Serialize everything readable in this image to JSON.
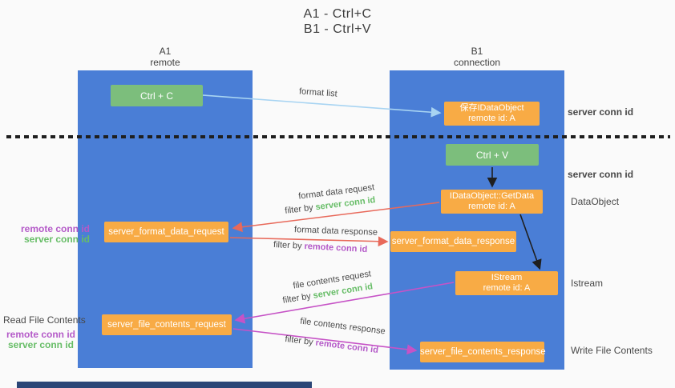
{
  "title": {
    "line1": "A1 - Ctrl+C",
    "line2": "B1 - Ctrl+V"
  },
  "lanes": {
    "left": {
      "title": "A1",
      "subtitle": "remote"
    },
    "right": {
      "title": "B1",
      "subtitle": "connection"
    }
  },
  "nodes": {
    "ctrl_c": {
      "label": "Ctrl + C"
    },
    "ctrl_v": {
      "label": "Ctrl + V"
    },
    "save_dataobject": {
      "line1": "保存IDataObject",
      "line2": "remote id: A"
    },
    "getdata": {
      "line1": "IDataObject::GetData",
      "line2": "remote id: A"
    },
    "istream_obj": {
      "line1": "IStream",
      "line2": "remote id: A"
    },
    "format_data_request": {
      "label": "server_format_data_request"
    },
    "format_data_response": {
      "label": "server_format_data_response"
    },
    "file_contents_request": {
      "label": "server_file_contents_request"
    },
    "file_contents_response": {
      "label": "server_file_contents_response"
    }
  },
  "arrow_labels": {
    "format_list": "format list",
    "format_data_request": "format data request",
    "format_data_response": "format data response",
    "file_contents_request": "file contents request",
    "file_contents_response": "file contents response",
    "filter_by": "filter by"
  },
  "side_labels": {
    "server_conn_id": "server conn id",
    "remote_conn_id": "remote conn id",
    "dataobject": "DataObject",
    "istream": "Istream",
    "read_file_contents": "Read File Contents",
    "write_file_contents": "Write File Contents"
  },
  "colors": {
    "lane_blue": "#4a7ed6",
    "box_green": "#7cbe7c",
    "box_orange": "#f8ab45",
    "arrow_light_blue": "#a8d4f2",
    "arrow_red": "#e8695a",
    "arrow_magenta": "#c653c6",
    "arrow_black": "#1f1f1f",
    "label_green": "#67bd67",
    "label_purple": "#b45ac8",
    "label_gray": "#4a4a4a"
  }
}
